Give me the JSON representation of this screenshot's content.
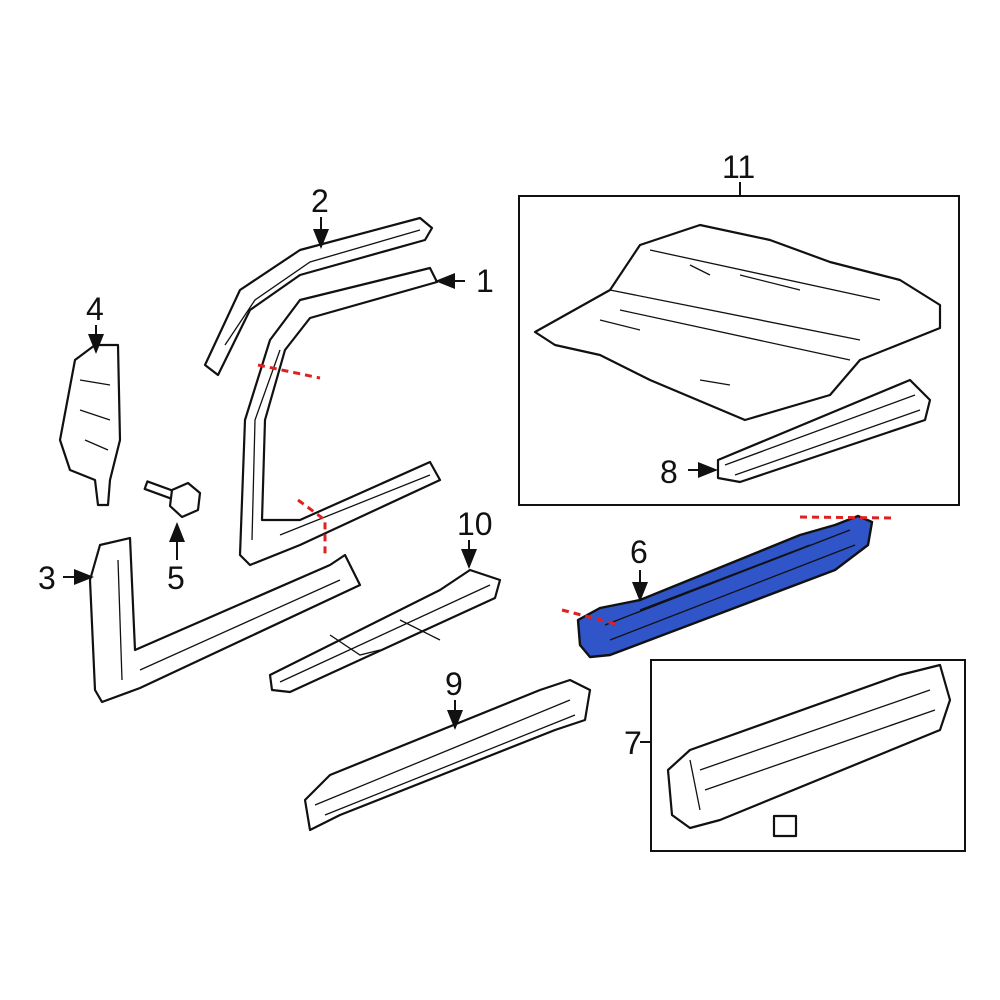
{
  "diagram": {
    "highlight_color": "#2f55c8",
    "cut_line_color": "#e02020",
    "callouts": [
      {
        "id": "1",
        "label": "1"
      },
      {
        "id": "2",
        "label": "2"
      },
      {
        "id": "3",
        "label": "3"
      },
      {
        "id": "4",
        "label": "4"
      },
      {
        "id": "5",
        "label": "5"
      },
      {
        "id": "6",
        "label": "6",
        "highlighted": true
      },
      {
        "id": "7",
        "label": "7"
      },
      {
        "id": "8",
        "label": "8"
      },
      {
        "id": "9",
        "label": "9"
      },
      {
        "id": "10",
        "label": "10"
      },
      {
        "id": "11",
        "label": "11"
      }
    ]
  }
}
